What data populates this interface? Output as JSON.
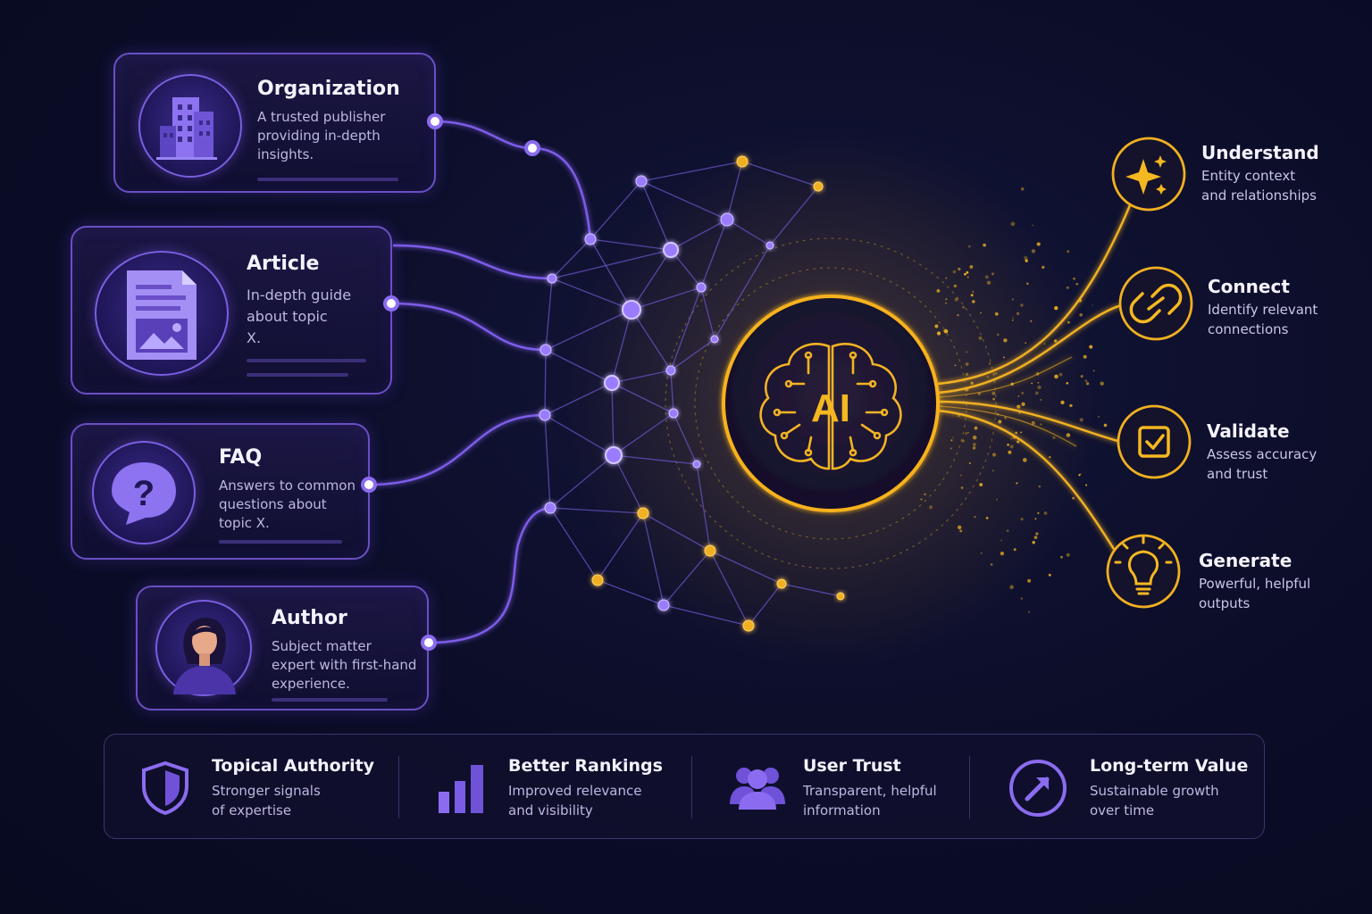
{
  "colors": {
    "accent_purple": "#8b6cf0",
    "accent_gold": "#f5b820",
    "background": "#0c0e2a"
  },
  "entities": [
    {
      "id": "organization",
      "title": "Organization",
      "description": [
        "A trusted publisher",
        "providing in-depth",
        "insights."
      ],
      "icon": "building-icon"
    },
    {
      "id": "article",
      "title": "Article",
      "description": [
        "In-depth guide",
        "about topic",
        "X."
      ],
      "icon": "document-icon"
    },
    {
      "id": "faq",
      "title": "FAQ",
      "description": [
        "Answers to common",
        "questions about",
        "topic X."
      ],
      "icon": "question-bubble-icon"
    },
    {
      "id": "author",
      "title": "Author",
      "description": [
        "Subject matter",
        "expert with first-hand",
        "experience."
      ],
      "icon": "person-icon"
    }
  ],
  "hub": {
    "label": "AI",
    "icon": "brain-circuit-icon"
  },
  "outputs": [
    {
      "title": "Understand",
      "description": [
        "Entity context",
        "and relationships"
      ],
      "icon": "sparkle-icon"
    },
    {
      "title": "Connect",
      "description": [
        "Identify relevant",
        "connections"
      ],
      "icon": "link-icon"
    },
    {
      "title": "Validate",
      "description": [
        "Assess accuracy",
        "and trust"
      ],
      "icon": "checkbox-icon"
    },
    {
      "title": "Generate",
      "description": [
        "Powerful, helpful",
        "outputs"
      ],
      "icon": "lightbulb-icon"
    }
  ],
  "benefits": [
    {
      "title": "Topical Authority",
      "description": [
        "Stronger signals",
        "of expertise"
      ],
      "icon": "shield-icon"
    },
    {
      "title": "Better Rankings",
      "description": [
        "Improved relevance",
        "and visibility"
      ],
      "icon": "bar-chart-icon"
    },
    {
      "title": "User Trust",
      "description": [
        "Transparent, helpful",
        "information"
      ],
      "icon": "users-icon"
    },
    {
      "title": "Long-term Value",
      "description": [
        "Sustainable growth",
        "over time"
      ],
      "icon": "growth-arrow-icon"
    }
  ]
}
